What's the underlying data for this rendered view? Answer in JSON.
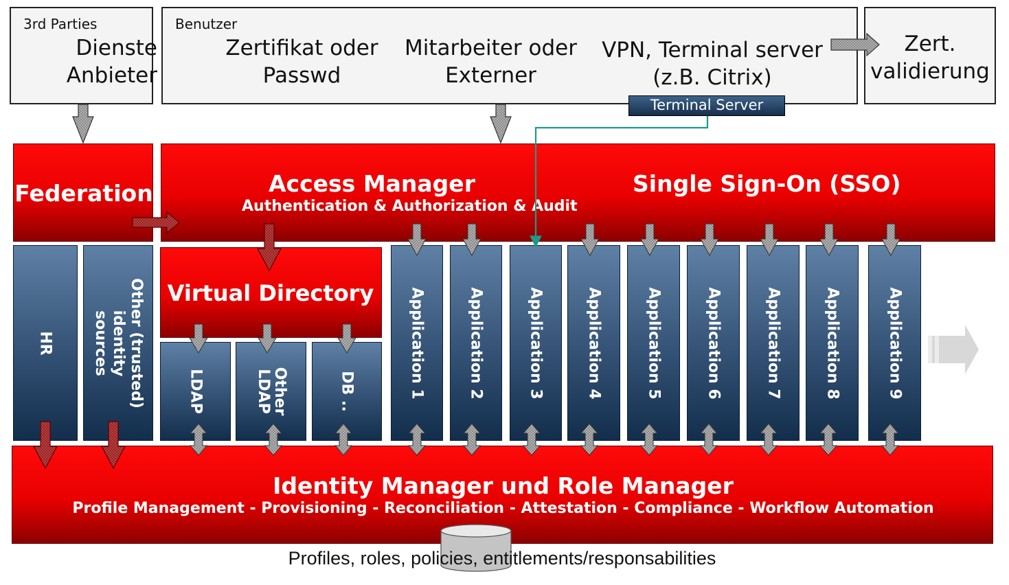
{
  "top": {
    "third_parties": {
      "label": "3rd Parties",
      "title": "Dienste Anbieter"
    },
    "users": {
      "label": "Benutzer",
      "cred": "Zertifikat oder Passwd",
      "person": "Mitarbeiter oder Externer",
      "vpn": "VPN, Terminal server (z.B. Citrix)",
      "badge": "Terminal Server"
    },
    "cert": {
      "title": "Zert. validierung"
    }
  },
  "federation": "Federation",
  "access_manager": {
    "title": "Access Manager",
    "subtitle": "Authentication & Authorization & Audit",
    "sso": "Single Sign-On (SSO)"
  },
  "sources": [
    "HR",
    "Other (trusted) identity sources"
  ],
  "virtual_directory": {
    "title": "Virtual Directory",
    "stores": [
      "LDAP",
      "Other LDAP",
      "DB .."
    ]
  },
  "applications": [
    "Application 1",
    "Application 2",
    "Application 3",
    "Application 4",
    "Application 5",
    "Application 6",
    "Application 7",
    "Application 8",
    "Application 9"
  ],
  "identity_manager": {
    "title": "Identity Manager und Role Manager",
    "subtitle": "Profile Management - Provisioning - Reconciliation - Attestation - Compliance - Workflow Automation"
  },
  "db_caption": "Profiles, roles, policies, entitlements/responsabilities",
  "colors": {
    "red": "#e80000",
    "blue": "#2c4a6e",
    "arrow": "#8a8a8a",
    "teal": "#1e9a8a"
  }
}
